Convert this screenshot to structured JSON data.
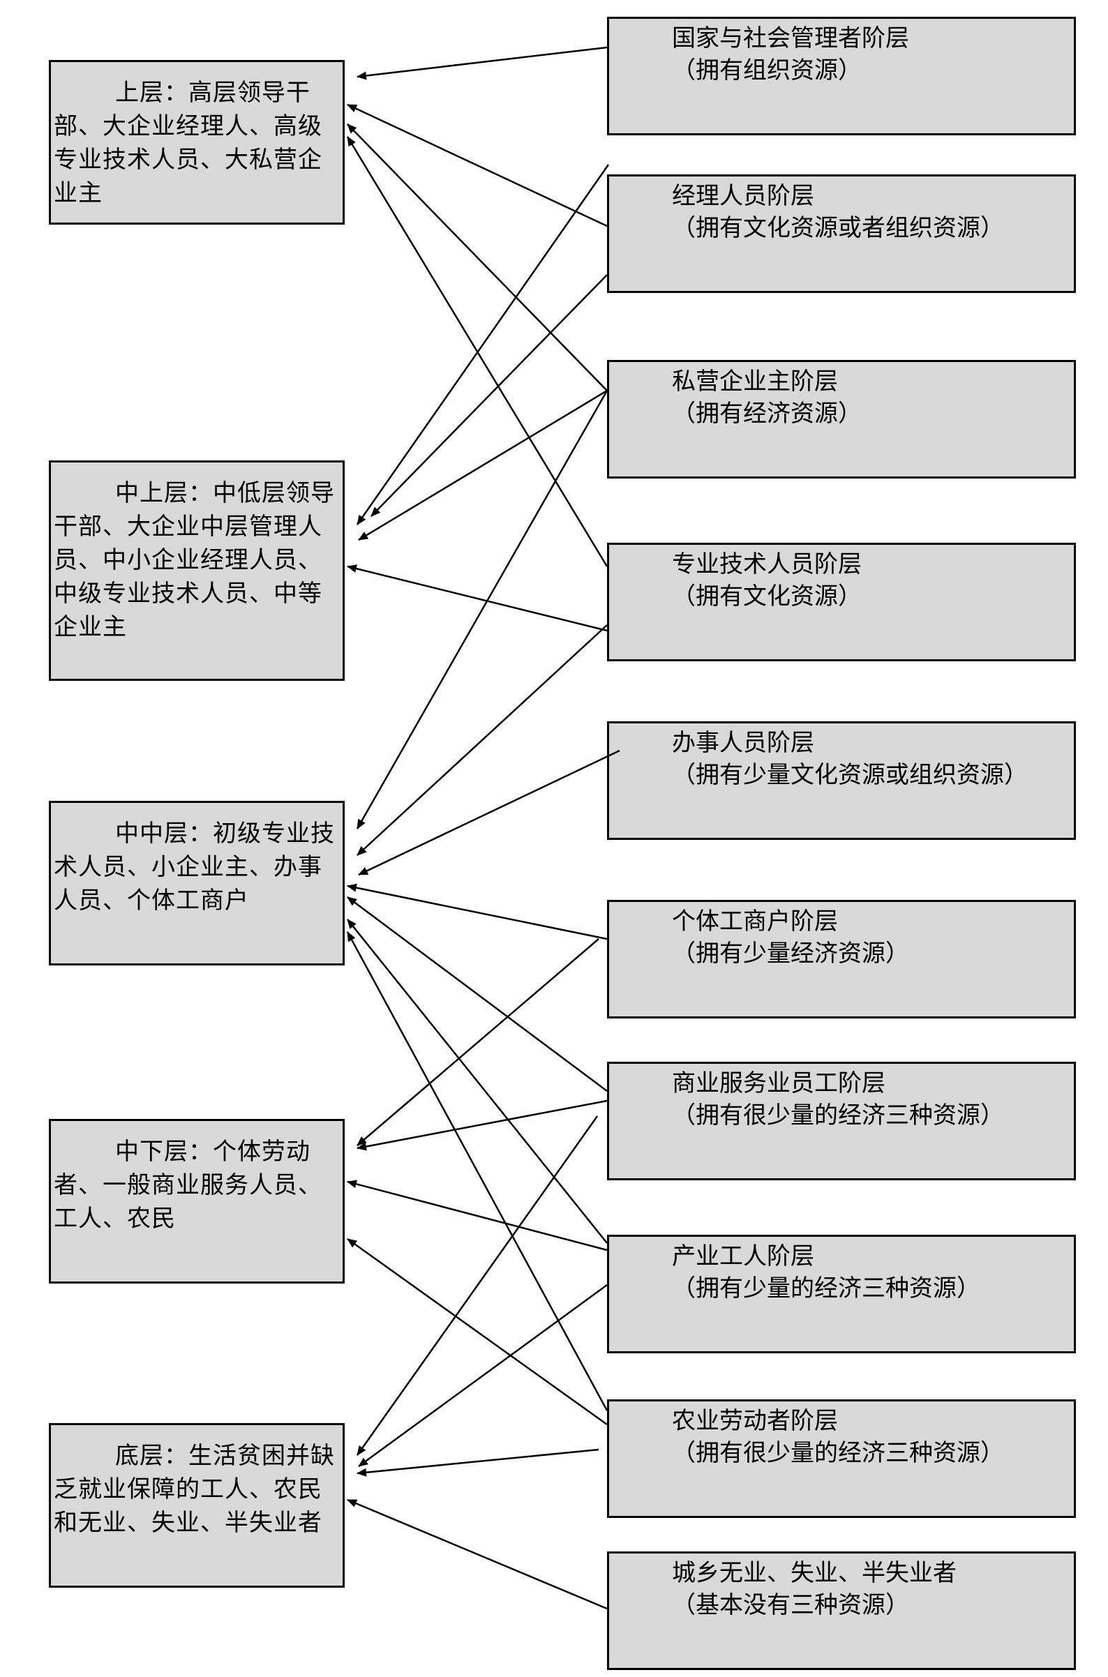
{
  "strata": [
    {
      "id": "upper",
      "label": "上层：高层领导干部、大企业经理人、高级专业技术人员、大私营企业主"
    },
    {
      "id": "upper-middle",
      "label": "中上层：中低层领导干部、大企业中层管理人员、中小企业经理人员、中级专业技术人员、中等企业主"
    },
    {
      "id": "middle-middle",
      "label": "中中层：初级专业技术人员、小企业主、办事人员、个体工商户"
    },
    {
      "id": "lower-middle",
      "label": "中下层：个体劳动者、一般商业服务人员、工人、农民"
    },
    {
      "id": "bottom",
      "label": "底层：生活贫困并缺乏就业保障的工人、农民和无业、失业、半失业者"
    }
  ],
  "classes": [
    {
      "id": "state-managers",
      "name": "国家与社会管理者阶层",
      "resources": "（拥有组织资源）"
    },
    {
      "id": "managers",
      "name": "经理人员阶层",
      "resources": "（拥有文化资源或者组织资源）"
    },
    {
      "id": "private-owners",
      "name": "私营企业主阶层",
      "resources": "（拥有经济资源）"
    },
    {
      "id": "professionals",
      "name": "专业技术人员阶层",
      "resources": "（拥有文化资源）"
    },
    {
      "id": "clerks",
      "name": "办事人员阶层",
      "resources": "（拥有少量文化资源或组织资源）"
    },
    {
      "id": "self-employed",
      "name": "个体工商户阶层",
      "resources": "（拥有少量经济资源）"
    },
    {
      "id": "service-workers",
      "name": "商业服务业员工阶层",
      "resources": "（拥有很少量的经济三种资源）"
    },
    {
      "id": "industrial-workers",
      "name": "产业工人阶层",
      "resources": "（拥有少量的经济三种资源）"
    },
    {
      "id": "agricultural-workers",
      "name": "农业劳动者阶层",
      "resources": "（拥有很少量的经济三种资源）"
    },
    {
      "id": "unemployed",
      "name": "城乡无业、失业、半失业者",
      "resources": "（基本没有三种资源）"
    }
  ]
}
